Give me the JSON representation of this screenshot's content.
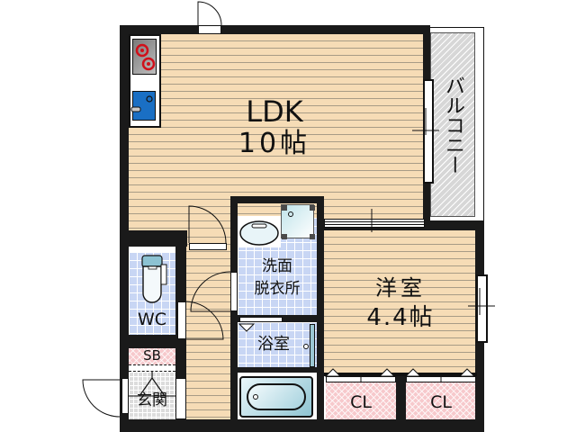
{
  "floorplan": {
    "rooms": {
      "ldk": {
        "name": "LDK",
        "size": "10帖"
      },
      "western_room": {
        "name": "洋室",
        "size": "4.4帖"
      },
      "balcony": {
        "name": "バルコニー"
      },
      "washroom": {
        "line1": "洗面",
        "line2": "脱衣所"
      },
      "bathroom": {
        "name": "浴室"
      },
      "toilet": {
        "name": "WC"
      },
      "shoe_box": {
        "name": "SB"
      },
      "entrance": {
        "name": "玄関"
      },
      "closet_1": {
        "name": "CL"
      },
      "closet_2": {
        "name": "CL"
      }
    },
    "colors": {
      "wood_floor": "#f6dcb6",
      "tile_blue": "#c8d6f4",
      "storage_pink": "#f7c9cc",
      "balcony_gray": "#d7d7d7",
      "wall": "#1a1a1a",
      "stove_red": "#d0101a",
      "sink_blue": "#1a6fc4"
    }
  }
}
